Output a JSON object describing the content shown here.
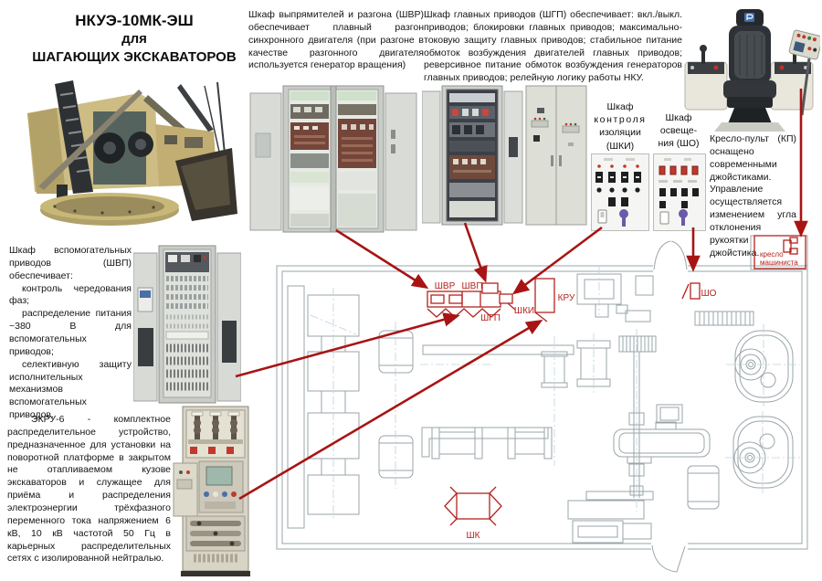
{
  "title": {
    "line1": "НКУЭ-10МК-ЭШ",
    "line2": "для",
    "line3": "ШАГАЮЩИХ ЭКСКАВАТОРОВ"
  },
  "texts": {
    "shvr": "Шкаф выпрямителей и разгона (ШВР) обеспечивает плавный разгон синхронного двигателя (при разгоне в качестве разгонного двигателя используется генератор вращения)",
    "shgp": "Шкаф главных приводов (ШГП) обеспечивает: вкл./выкл. приводов; блокировки главных приводов; максимально-токовую защиту главных приводов; стабильное питание обмоток возбуждения двигателей главных приводов; реверсивное питание обмоток возбуждения генераторов главных приводов; релейную логику работы НКУ.",
    "shki_title_l1": "Шкаф",
    "shki_title_l2": "контроля",
    "shki_title_l3": "изоляции",
    "shki_title_l4": "(ШКИ)",
    "sho_title_l1": "Шкаф",
    "sho_title_l2": "освеще-",
    "sho_title_l3": "ния (ШО)",
    "kp": "Кресло-пульт (КП) оснащено современными джойстиками. Управление осуществляется изменением угла отклонения рукоятки джойстика.",
    "shvp_intro": "Шкаф вспомогательных приводов (ШВП) обеспечивает:",
    "shvp_item1": "контроль чередования фаз;",
    "shvp_item2": "распределение питания ~380 В для вспомогательных приводов;",
    "shvp_item3": "селективную защиту исполнительных механизмов вспомогательных приводов.",
    "ekru": "ЭКРУ-6 - комплектное распределительное устройство, предназначенное для установки на поворотной платформе в закрытом не отапливаемом кузове экскаваторов и служащее для приёма и распределения электроэнергии трёхфазного переменного тока напряжением 6 кВ, 10 кВ частотой 50 Гц в карьерных распределительных сетях с изолированной нейтралью."
  },
  "plan_labels": {
    "shvr": "ШВР",
    "shvp": "ШВП",
    "shgp": "ШГП",
    "shki": "ШКИ",
    "kru": "КРУ",
    "sho": "ШО",
    "shk": "ШК",
    "chair_l1": "кресло",
    "chair_l2": "машиниста"
  },
  "colors": {
    "red": "#b3231e",
    "arrow_red": "#a81414",
    "plan_gray": "#9aa5a8",
    "centerline": "#bcd2d8"
  }
}
